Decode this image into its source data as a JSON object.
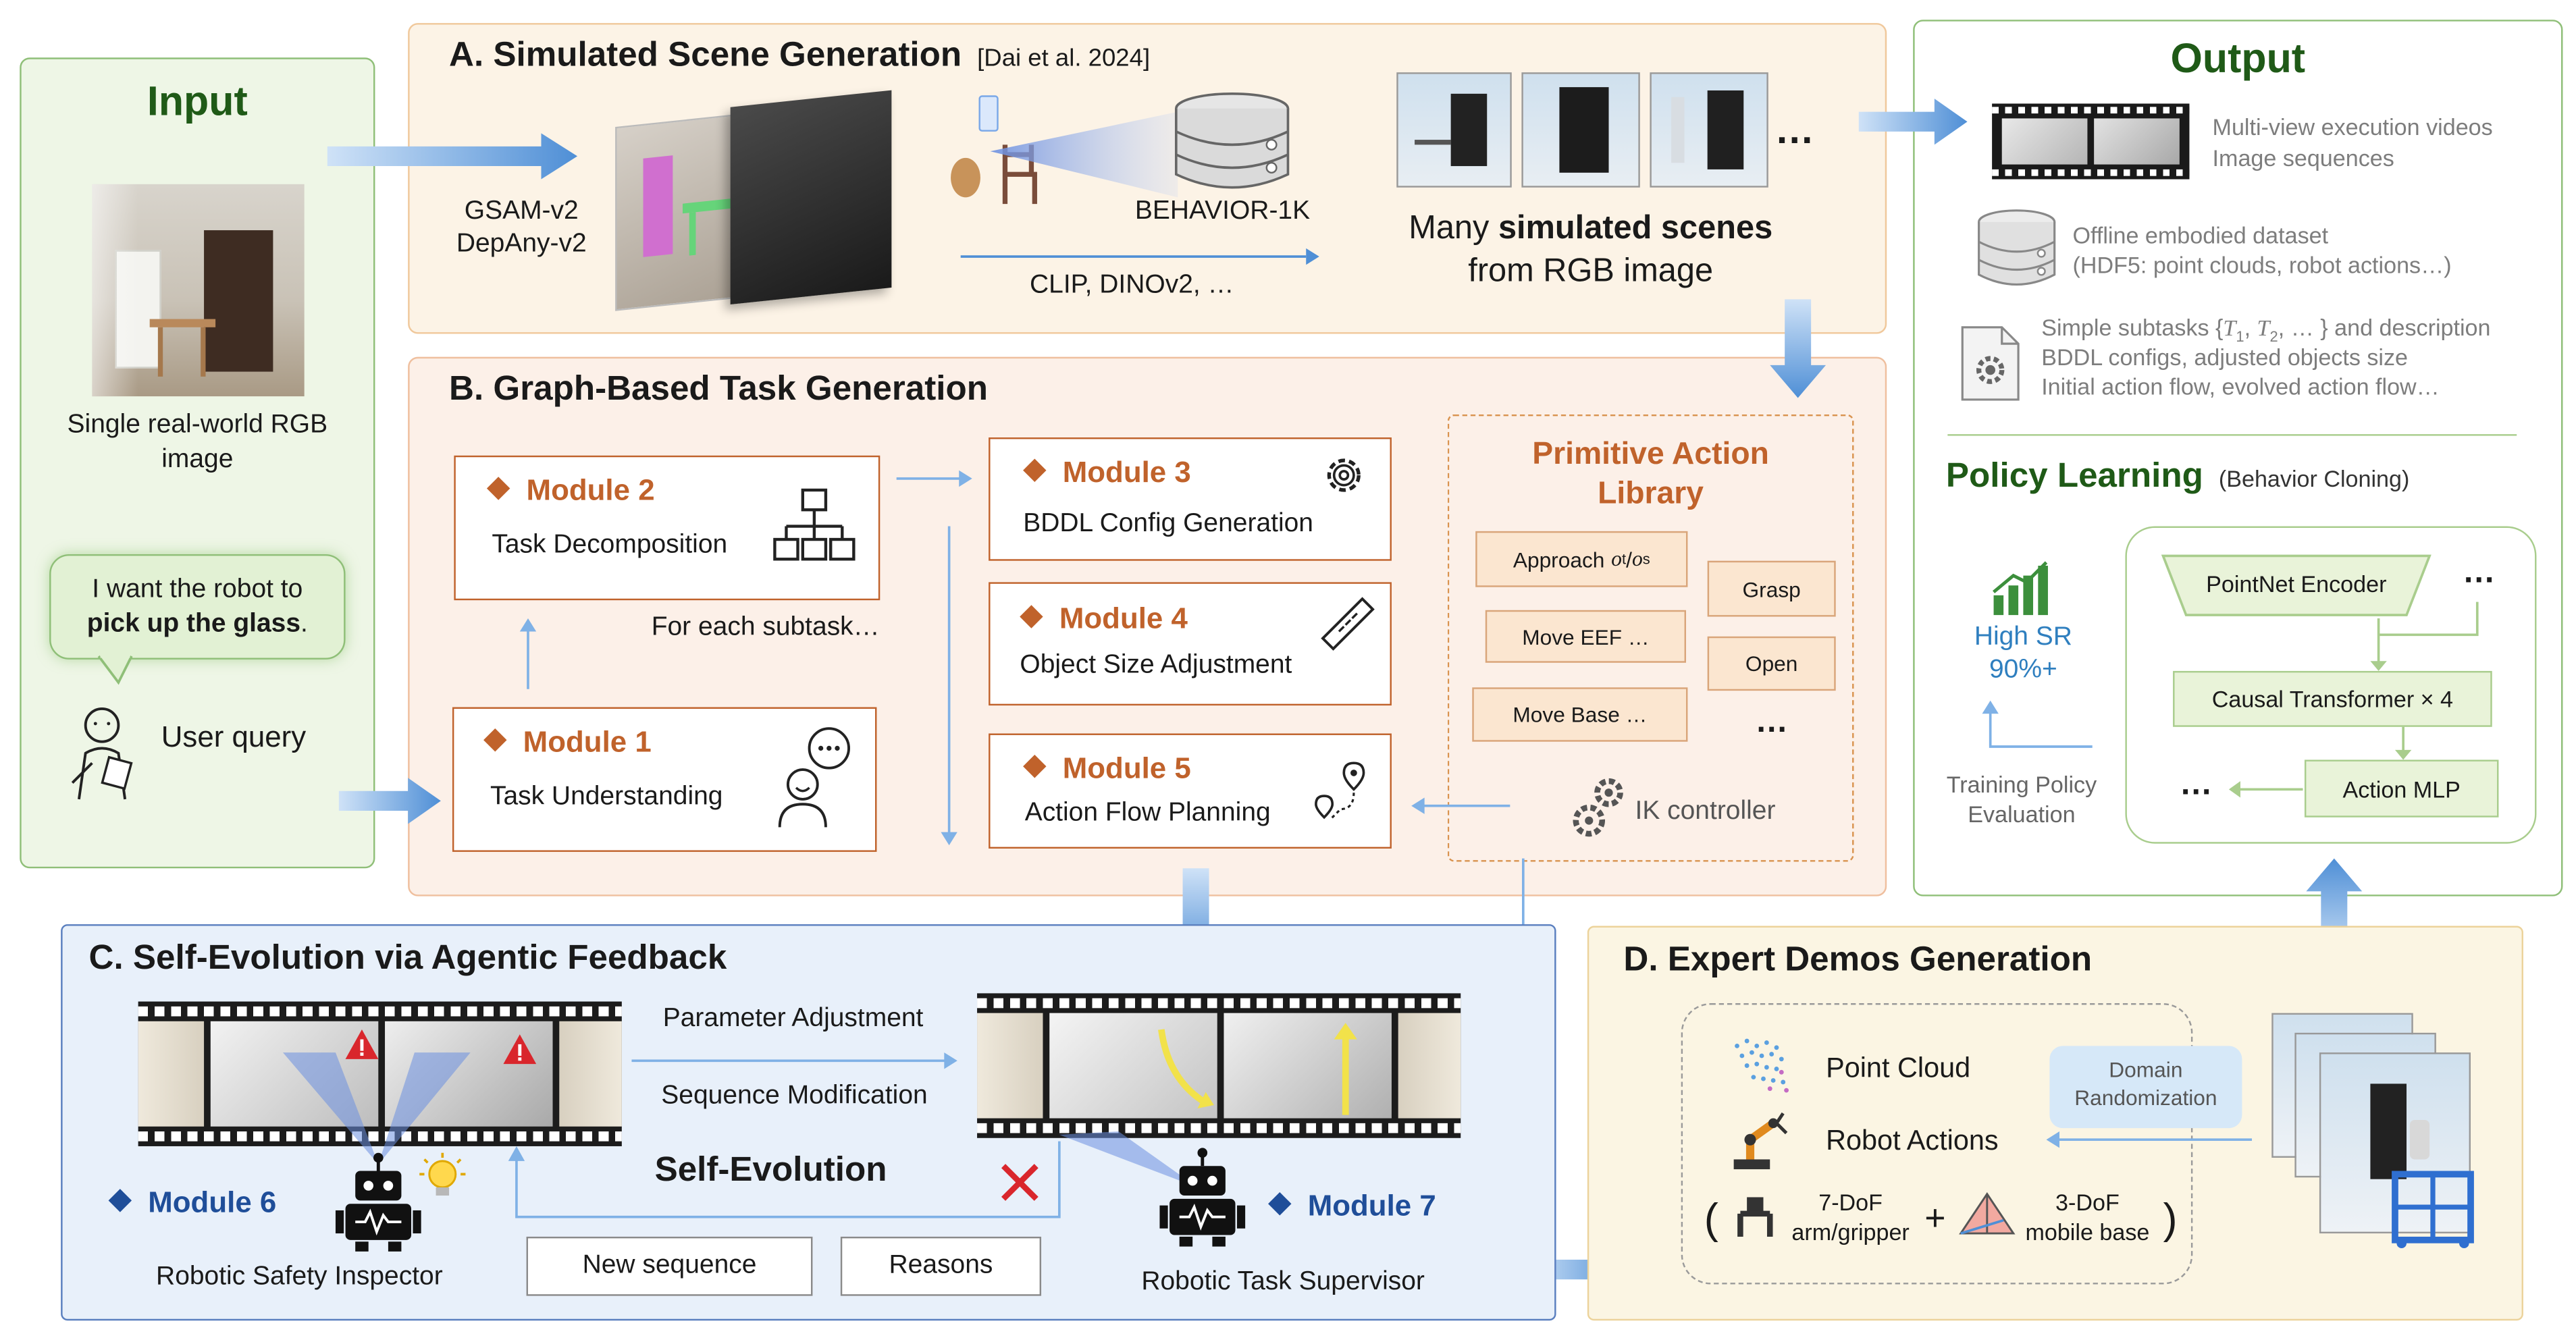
{
  "input": {
    "title": "Input",
    "image_caption": "Single real-world RGB image",
    "query_line1": "I want the robot to",
    "query_bold": "pick up the glass",
    "query_period": ".",
    "user_query_label": "User query"
  },
  "section_a": {
    "title": "A. Simulated Scene Generation",
    "citation": "[Dai et al. 2024]",
    "tools": [
      "GSAM-v2",
      "DepAny-v2"
    ],
    "database": "BEHAVIOR-1K",
    "models": "CLIP, DINOv2, …",
    "ellipsis": "…",
    "caption_line1_pre": "Many ",
    "caption_line1_bold": "simulated scenes",
    "caption_line2": "from RGB image"
  },
  "section_b": {
    "title": "B. Graph-Based Task Generation",
    "module1": {
      "name": "Module 1",
      "desc": "Task Understanding"
    },
    "module2": {
      "name": "Module 2",
      "desc": "Task Decomposition"
    },
    "module3": {
      "name": "Module 3",
      "desc": "BDDL Config Generation"
    },
    "module4": {
      "name": "Module 4",
      "desc": "Object Size Adjustment"
    },
    "module5": {
      "name": "Module 5",
      "desc": "Action Flow Planning"
    },
    "for_each": "For each subtask…",
    "library_title_1": "Primitive Action",
    "library_title_2": "Library",
    "primitives": {
      "approach": "Approach",
      "approach_math": "o",
      "approach_sub1": "t",
      "approach_slash": "/",
      "approach_sub2": "s",
      "move_eef": "Move EEF …",
      "move_base": "Move Base …",
      "grasp": "Grasp",
      "open": "Open",
      "more": "…"
    },
    "ik": "IK controller"
  },
  "section_c": {
    "title": "C. Self-Evolution via Agentic Feedback",
    "param_adjust": "Parameter Adjustment",
    "seq_modify": "Sequence Modification",
    "self_evolution": "Self-Evolution",
    "module6": "Module 6",
    "module7": "Module 7",
    "inspector": "Robotic Safety Inspector",
    "supervisor": "Robotic Task Supervisor",
    "new_sequence": "New sequence",
    "reasons": "Reasons"
  },
  "section_d": {
    "title": "D. Expert Demos Generation",
    "point_cloud": "Point Cloud",
    "robot_actions": "Robot Actions",
    "domain_rand_1": "Domain",
    "domain_rand_2": "Randomization",
    "open_paren": "(",
    "close_paren": ")",
    "plus": "+",
    "arm_1": "7-DoF",
    "arm_2": "arm/gripper",
    "base_1": "3-DoF",
    "base_2": "mobile base"
  },
  "output": {
    "title": "Output",
    "videos_1": "Multi-view execution videos",
    "videos_2": "Image sequences",
    "dataset_1": "Offline embodied dataset",
    "dataset_2": "(HDF5: point clouds, robot actions…)",
    "subtasks_pre": "Simple subtasks {",
    "subtasks_T": "T",
    "subtasks_1": "1",
    "subtasks_comma": ", ",
    "subtasks_2": "2",
    "subtasks_post": ", … } and description",
    "bddl": "BDDL configs, adjusted objects size",
    "flow": "Initial action flow, evolved action flow…",
    "policy_title": "Policy Learning",
    "policy_sub": "(Behavior Cloning)",
    "high_sr_1": "High SR",
    "high_sr_2": "90%+",
    "training_1": "Training Policy",
    "training_2": "Evaluation",
    "pointnet": "PointNet Encoder",
    "transformer": "Causal Transformer × 4",
    "action_mlp": "Action MLP",
    "ellipsis": "…"
  },
  "colors": {
    "input_bg": "#eef6e6",
    "input_border": "#8fbf78",
    "a_bg": "#fcf3e6",
    "a_border": "#f0c89b",
    "b_bg": "#fcf0e8",
    "b_border": "#efbf9e",
    "c_bg": "#e8f0fa",
    "c_border": "#5a7fbf",
    "d_bg": "#fbf5e3",
    "d_border": "#ecd39b",
    "out_border": "#8fbf78",
    "module_orange": "#c0622b",
    "module_blue": "#1f4e99",
    "arrow_blue": "#4f8fd6",
    "green_title": "#1f5a17"
  }
}
